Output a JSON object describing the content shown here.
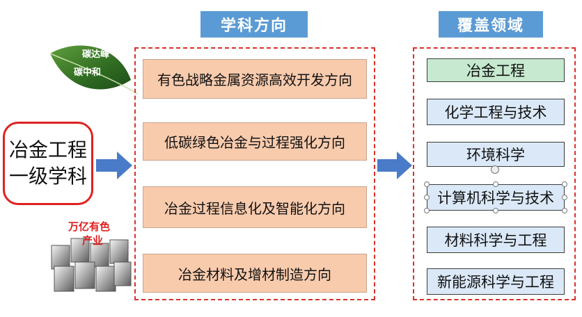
{
  "headers": {
    "disciplines": "学科方向",
    "coverage": "覆盖领域"
  },
  "root": {
    "line1": "冶金工程",
    "line2": "一级学科"
  },
  "leaf": {
    "line1": "碳达峰",
    "line2": "碳中和"
  },
  "industry": {
    "line1": "万亿有色",
    "line2": "产业"
  },
  "directions": [
    "有色战略金属资源高效开发方向",
    "低碳绿色冶金与过程强化方向",
    "冶金过程信息化及智能化方向",
    "冶金材料及增材制造方向"
  ],
  "coverage_fields": [
    "冶金工程",
    "化学工程与技术",
    "环境科学",
    "计算机科学与技术",
    "材料科学与工程",
    "新能源科学与工程"
  ],
  "colors": {
    "header_bg": "#5b9bd5",
    "dashed_border": "#d9302b",
    "direction_bg": "#f8cbad",
    "coverage_bg": "#dae8f7",
    "coverage_highlight": "#c6e9cf",
    "arrow": "#4a7bc8"
  }
}
